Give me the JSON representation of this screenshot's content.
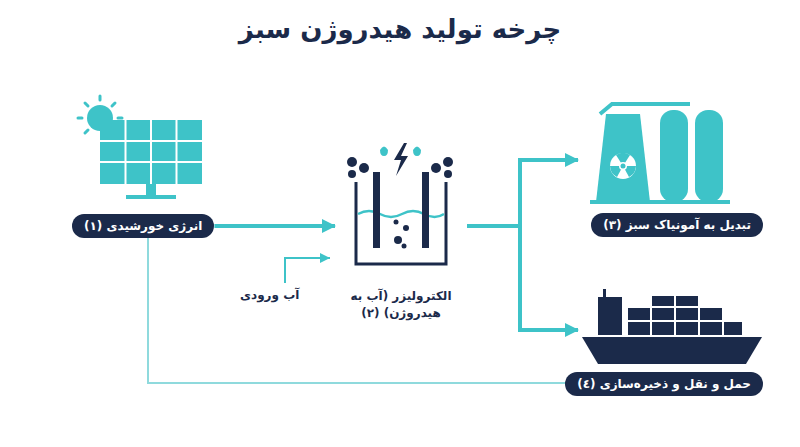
{
  "diagram": {
    "title": "چرخه تولید هیدروژن سبز",
    "nodes": [
      {
        "text": [
          "انرژی خورشیدی (۱)"
        ]
      },
      {
        "text": [
          "الکترولیزر (آب به هیدروژن) (۲)"
        ]
      },
      {
        "text": [
          "تبدیل به آمونیاک سبز (۳)"
        ]
      },
      {
        "text": [
          "حمل و نقل و ذخیره‌سازی (٤)"
        ]
      }
    ],
    "edges": [
      {
        "from": 0,
        "to": 1,
        "arrow": "to"
      },
      {
        "from": 1,
        "to": 2,
        "arrow": "to"
      },
      {
        "from": 1,
        "to": 3,
        "arrow": "to"
      },
      {
        "from": 0,
        "to": 3,
        "arrow": "none"
      }
    ],
    "labels": [
      "آب ورودی"
    ]
  }
}
